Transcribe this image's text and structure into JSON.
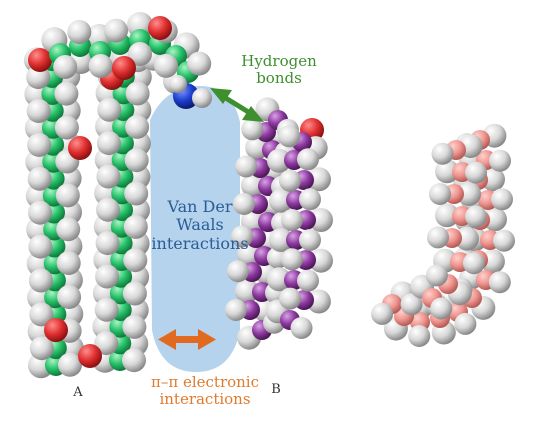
{
  "labels": {
    "hydrogen_line1": "Hydrogen",
    "hydrogen_line2": "bonds",
    "vdw_line1": "Van Der",
    "vdw_line2": "Waals",
    "vdw_line3": "interactions",
    "pipi_line1": "π–π electronic",
    "pipi_line2": "interactions",
    "molecule_a": "A",
    "molecule_b": "B"
  },
  "colors": {
    "molecule_a_carbon": "#2ecc71",
    "molecule_b_carbon": "#8e3aa0",
    "right_molecule_carbon": "#f0958f",
    "hydrogen_atom": "#dcdcdc",
    "oxygen_atom": "#e63a3a",
    "nitrogen_atom": "#1b3fcf",
    "vdw_region": "#b5d3ed",
    "hydrogen_bond_arrow": "#3f8f2f",
    "pipi_arrow": "#e06a1f"
  }
}
